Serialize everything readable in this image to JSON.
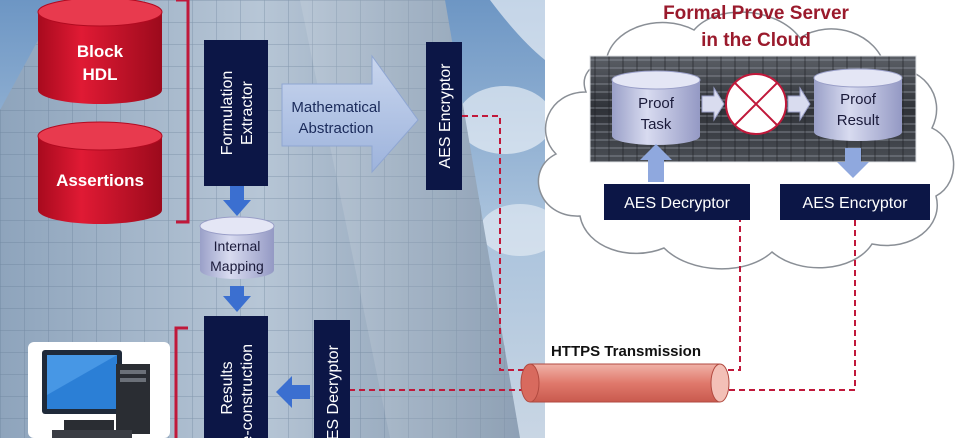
{
  "left_panel": {
    "block_hdl": [
      "Block",
      "HDL"
    ],
    "assertions": "Assertions",
    "formulation_extractor": [
      "Formulation",
      "Extractor"
    ],
    "mathematical_abstraction": [
      "Mathematical",
      "Abstraction"
    ],
    "aes_encryptor": "AES Encryptor",
    "internal_mapping": [
      "Internal",
      "Mapping"
    ],
    "results_reconstruction": [
      "Results",
      "Re-construction"
    ],
    "aes_decryptor": "AES Decryptor"
  },
  "cloud": {
    "title": [
      "Formal Prove Server",
      "in the Cloud"
    ],
    "proof_task": [
      "Proof",
      "Task"
    ],
    "proof_result": [
      "Proof",
      "Result"
    ],
    "aes_decryptor": "AES Decryptor",
    "aes_encryptor": "AES Encryptor"
  },
  "transmission": {
    "label": "HTTPS Transmission"
  },
  "colors": {
    "cylinder_red": "#d0102a",
    "box_navy": "#0c1646",
    "arrow_blue": "#3b6fd0",
    "dashed_red": "#c0183a",
    "title_red": "#9a1a2c",
    "tube_red": "#e88a80"
  }
}
